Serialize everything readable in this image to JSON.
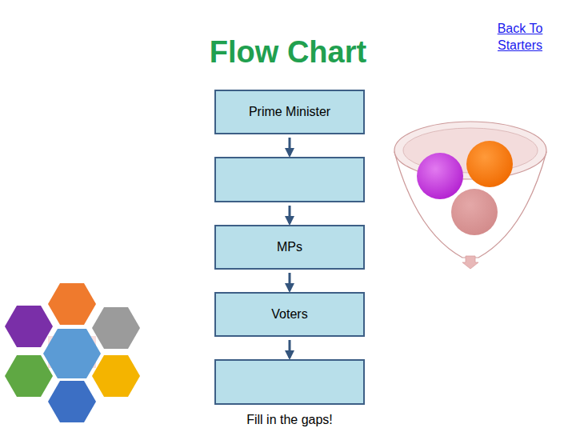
{
  "diagram": {
    "title": "Flow Chart",
    "nodes": [
      {
        "text": [
          "Prime Minister"
        ]
      },
      {
        "text": []
      },
      {
        "text": [
          "MPs"
        ]
      },
      {
        "text": [
          "Voters"
        ]
      },
      {
        "text": []
      }
    ],
    "edges": [
      {
        "from": 0,
        "to": 1,
        "arrow": "to"
      },
      {
        "from": 1,
        "to": 2,
        "arrow": "to"
      },
      {
        "from": 2,
        "to": 3,
        "arrow": "to"
      },
      {
        "from": 3,
        "to": 4,
        "arrow": "to"
      }
    ],
    "labels": [
      "Back To Starters",
      "Fill in the gaps!"
    ]
  }
}
